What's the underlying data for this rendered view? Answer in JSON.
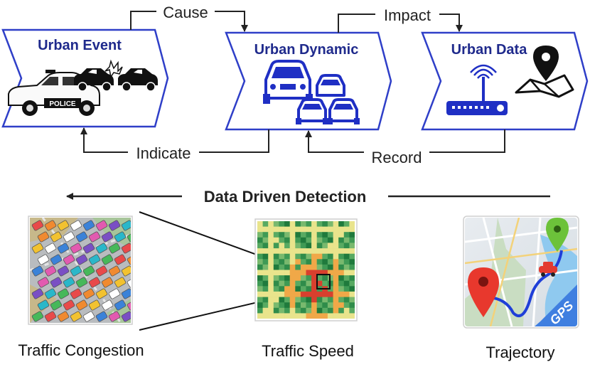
{
  "stages": [
    {
      "title": "Urban Event"
    },
    {
      "title": "Urban Dynamic"
    },
    {
      "title": "Urban Data"
    }
  ],
  "flows": {
    "cause": "Cause",
    "impact": "Impact",
    "indicate": "Indicate",
    "record": "Record"
  },
  "police_label": "POLICE",
  "gps_label": "GPS",
  "heading": "Data Driven Detection",
  "examples": [
    {
      "caption": "Traffic Congestion"
    },
    {
      "caption": "Traffic Speed"
    },
    {
      "caption": "Trajectory"
    }
  ],
  "colors": {
    "chevron_border": "#2f3fc8",
    "title_text": "#1f2a8c",
    "icon_blue": "#1f2fc4"
  }
}
